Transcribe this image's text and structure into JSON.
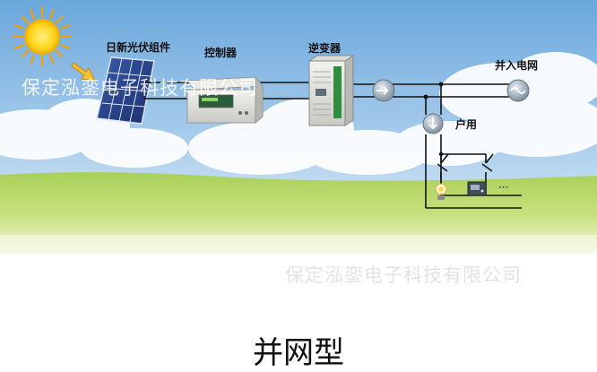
{
  "labels": {
    "solar_module": "日新光伏组件",
    "controller": "控制器",
    "inverter": "逆变器",
    "grid": "并入电网",
    "household": "户用",
    "ellipsis": "···"
  },
  "watermark": "保定泓銮电子科技有限公司",
  "caption": "并网型",
  "colors": {
    "sky_top": "#6aa7dc",
    "grass": "#8fc24a",
    "line": "#111111",
    "meter": "#9aa8b4"
  },
  "icons": [
    "sun-icon",
    "solar-panel-icon",
    "controller-icon",
    "inverter-icon",
    "meter-icon",
    "grid-meter-icon",
    "bulb-icon",
    "appliance-icon",
    "switch-icon"
  ]
}
